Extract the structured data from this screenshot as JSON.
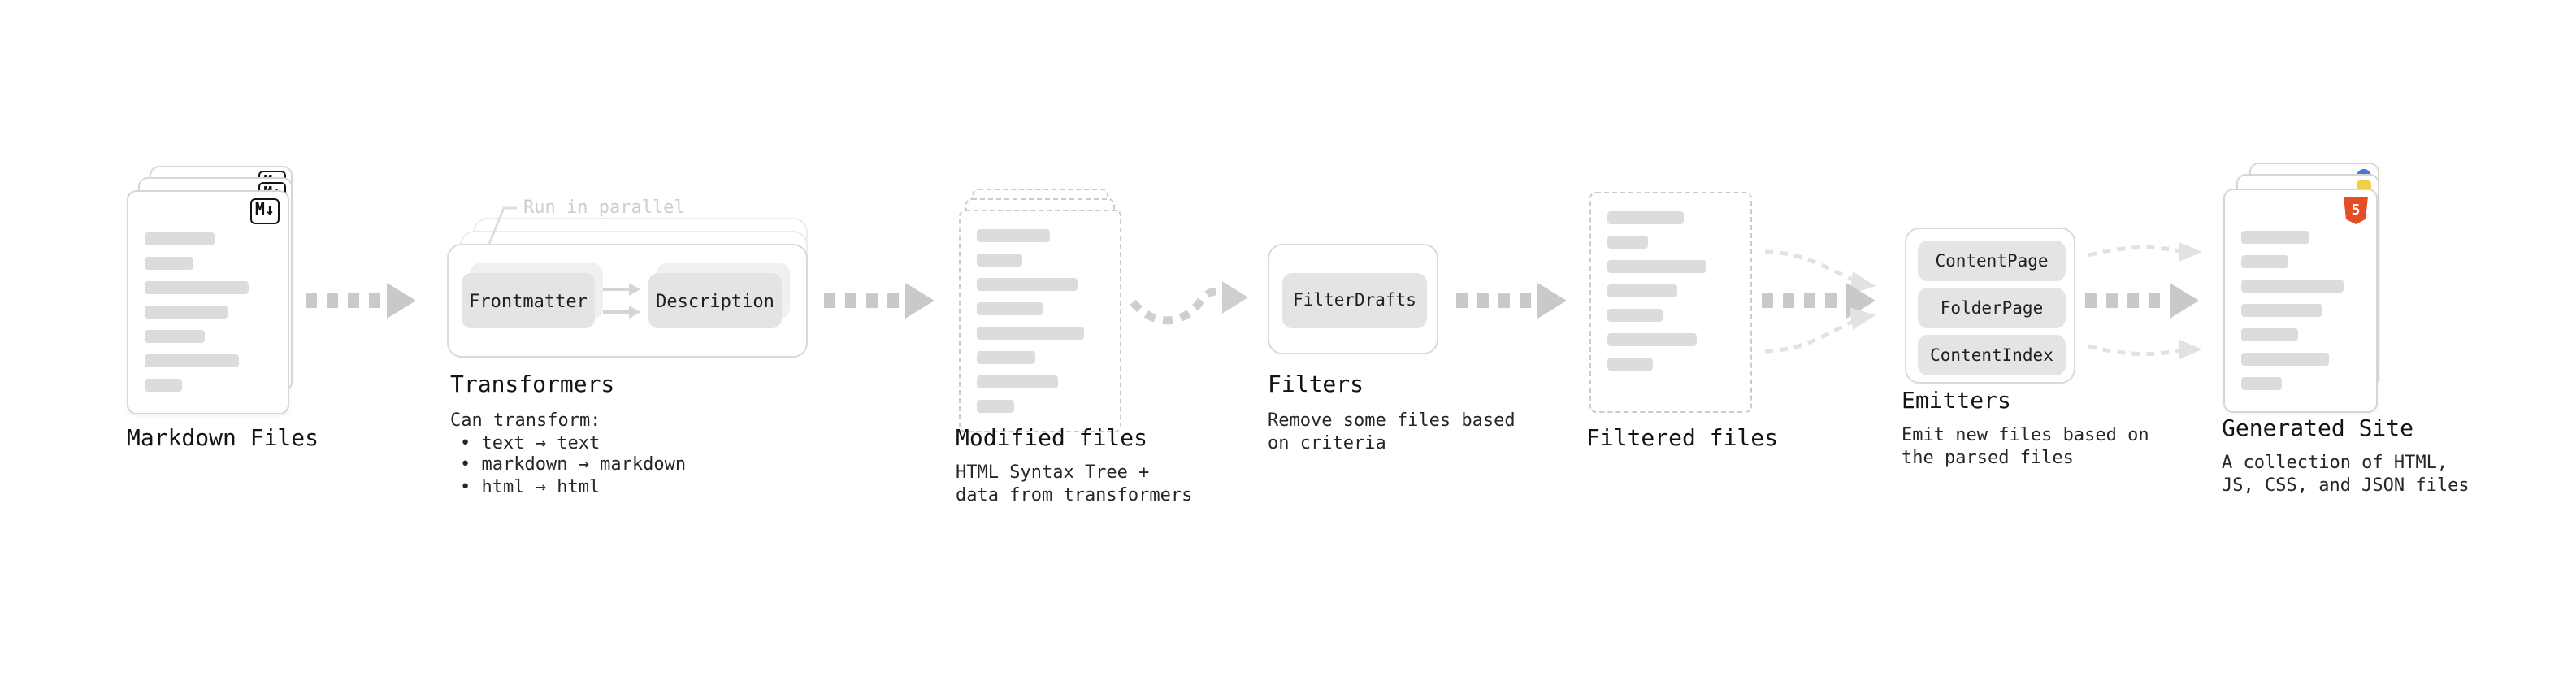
{
  "palette": {
    "accent_orange": "#e44d26",
    "icon_blue": "#4a7bd0",
    "icon_yellow": "#f0d048",
    "arrow_gray": "#c9c9c9",
    "bar_gray": "#dcdcdc"
  },
  "stages": {
    "markdown_files": {
      "label": "Markdown Files",
      "badge": "M↓"
    },
    "transformers": {
      "label": "Transformers",
      "annotation": "Run in parallel",
      "node1": "Frontmatter",
      "node2": "Description",
      "caption_title": "Can transform:",
      "bullets": [
        "• text → text",
        "• markdown → markdown",
        "• html → html"
      ]
    },
    "modified_files": {
      "label": "Modified files",
      "caption": "HTML Syntax Tree +\ndata from transformers"
    },
    "filters": {
      "label": "Filters",
      "node": "FilterDrafts",
      "caption": "Remove some files based\non criteria"
    },
    "filtered_files": {
      "label": "Filtered files"
    },
    "emitters": {
      "label": "Emitters",
      "nodes": [
        "ContentPage",
        "FolderPage",
        "ContentIndex"
      ],
      "caption": "Emit new files based on\nthe parsed files"
    },
    "generated_site": {
      "label": "Generated Site",
      "badge": "5",
      "caption": "A collection of HTML,\nJS, CSS, and JSON files"
    }
  }
}
